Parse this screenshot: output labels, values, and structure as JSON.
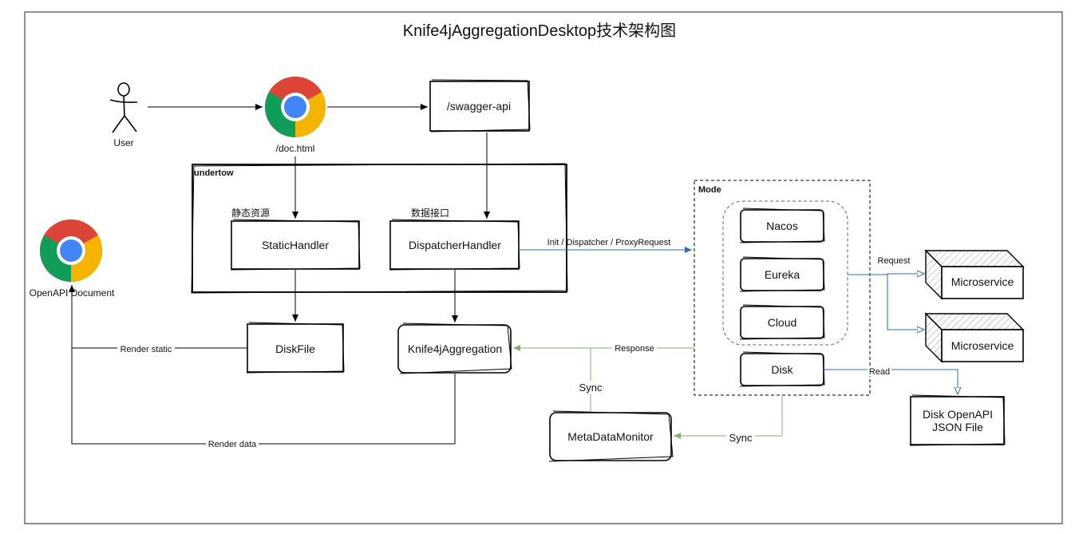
{
  "title": "Knife4jAggregationDesktop技术架构图",
  "nodes": {
    "user": "User",
    "browser_doc": "/doc.html",
    "swagger_api": "/swagger-api",
    "undertow": "undertow",
    "static_res_cn": "静态资源",
    "data_api_cn": "数据接口",
    "static_handler": "StaticHandler",
    "dispatcher_handler": "DispatcherHandler",
    "openapi_document": "OpenAPI  Document",
    "disk_file": "DiskFile",
    "aggregation": "Knife4jAggregation",
    "metadata_monitor": "MetaDataMonitor",
    "mode": "Mode",
    "nacos": "Nacos",
    "eureka": "Eureka",
    "cloud": "Cloud",
    "disk": "Disk",
    "microservice_1": "Microservice",
    "microservice_2": "Microservice",
    "disk_openapi_1": "Disk OpenAPI",
    "disk_openapi_2": "JSON File"
  },
  "edges": {
    "init_dispatch": "Init  /  Dispatcher  /  ProxyRequest",
    "request": "Request",
    "response": "Response",
    "sync_up": "Sync",
    "sync_bottom": "Sync",
    "read": "Read",
    "render_static": "Render static",
    "render_data": "Render data"
  },
  "colors": {
    "blue_edge": "#2a6db5",
    "green_edge": "#82b366",
    "frame": "#000000"
  },
  "icons": [
    "person-icon",
    "chrome-icon"
  ]
}
